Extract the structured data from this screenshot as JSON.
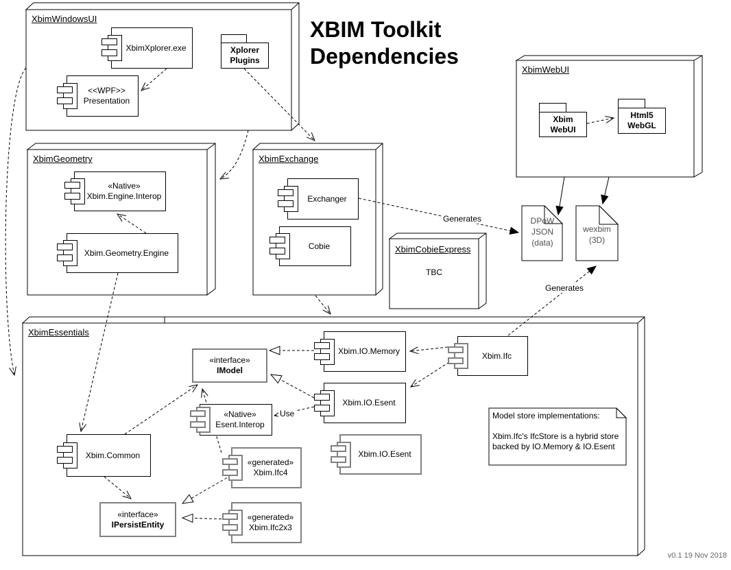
{
  "diagram_title": {
    "line1": "XBIM Toolkit",
    "line2": "Dependencies"
  },
  "version_note": "v0.1 19 Nov 2018",
  "packages": {
    "windows_ui": "XbimWindowsUI",
    "geometry": "XbimGeometry",
    "exchange": "XbimExchange",
    "webui": "XbimWebUI",
    "cobie_express": "XbimCobieExpress",
    "essentials": "XbimEssentials"
  },
  "cobie_express_body": "TBC",
  "components": {
    "xplorer_exe": {
      "label": "XbimXplorer.exe"
    },
    "wpf_presentation": {
      "stereotype": "<<WPF>>",
      "label": "Presentation"
    },
    "engine_interop": {
      "stereotype": "«Native»",
      "label": "Xbim.Engine.Interop"
    },
    "geometry_engine": {
      "label": "Xbim.Geometry.Engine"
    },
    "exchanger": {
      "label": "Exchanger"
    },
    "cobie": {
      "label": "Cobie"
    },
    "io_memory": {
      "label": "Xbim.IO.Memory"
    },
    "io_esent": {
      "label": "Xbim.IO.Esent"
    },
    "xbim_ifc": {
      "label": "Xbim.Ifc"
    },
    "esent_interop": {
      "stereotype": "«Native»",
      "label": "Esent.Interop"
    },
    "xbim_common": {
      "label": "Xbim.Common"
    },
    "ifc4": {
      "stereotype": "«generated»",
      "label": "Xbim.Ifc4"
    },
    "ifc2x3": {
      "stereotype": "«generated»",
      "label": "Xbim.Ifc2x3"
    },
    "io_esent2": {
      "label": "Xbim.IO.Esent"
    }
  },
  "interfaces": {
    "imodel": {
      "stereotype": "«interface»",
      "label": "IModel"
    },
    "ipersist": {
      "stereotype": "«interface»",
      "label": "IPersistEntity"
    }
  },
  "folders": {
    "xplorer_plugins": {
      "line1": "Xplorer",
      "line2": "Plugins"
    },
    "xbim_webui": {
      "line1": "Xbim",
      "line2": "WebUI"
    },
    "html5_webgl": {
      "line1": "Html5",
      "line2": "WebGL"
    }
  },
  "documents": {
    "dpow": {
      "line1": "DPoW",
      "line2": "JSON",
      "line3": "(data)"
    },
    "wexbim": {
      "line1": "wexbim",
      "line2": "(3D)"
    }
  },
  "note": {
    "line1": "Model store implementations:",
    "line2": "Xbim.Ifc's IfcStore is a hybrid store",
    "line3": "backed by IO.Memory & IO.Esent"
  },
  "edge_labels": {
    "generates_dpow": "Generates",
    "generates_wexbim": "Generates",
    "use": "Use"
  },
  "icons": {
    "component": "uml-component-icon"
  },
  "colors": {
    "stroke": "#000000",
    "secondary_stroke": "#808080",
    "doc_text": "#4d4d4d",
    "version_text": "#666666"
  }
}
